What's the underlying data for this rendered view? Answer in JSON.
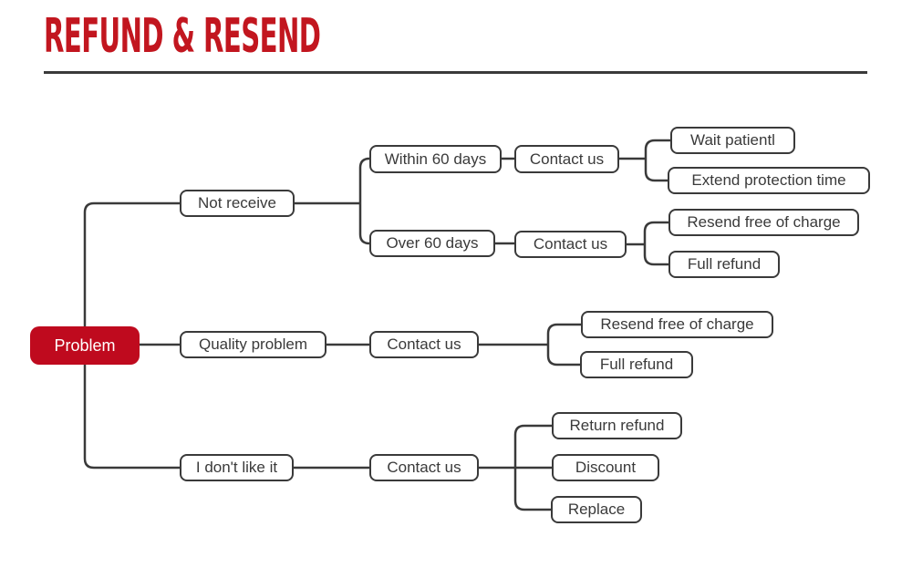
{
  "page": {
    "title": "REFUND & RESEND"
  },
  "colors": {
    "title_red": "#c2161f",
    "accent_red": "#bf0a1e",
    "line_dark": "#3a3a3a"
  },
  "tree": {
    "root": {
      "label": "Problem"
    },
    "branches": [
      {
        "label": "Not receive",
        "children": [
          {
            "label": "Within 60 days",
            "next": "Contact us",
            "outcomes": [
              "Wait patientl",
              "Extend protection time"
            ]
          },
          {
            "label": "Over 60 days",
            "next": "Contact us",
            "outcomes": [
              "Resend free of charge",
              "Full refund"
            ]
          }
        ]
      },
      {
        "label": "Quality problem",
        "next": "Contact us",
        "outcomes": [
          "Resend free of charge",
          "Full refund"
        ]
      },
      {
        "label": "I don't like it",
        "next": "Contact us",
        "outcomes": [
          "Return refund",
          "Discount",
          "Replace"
        ]
      }
    ]
  }
}
